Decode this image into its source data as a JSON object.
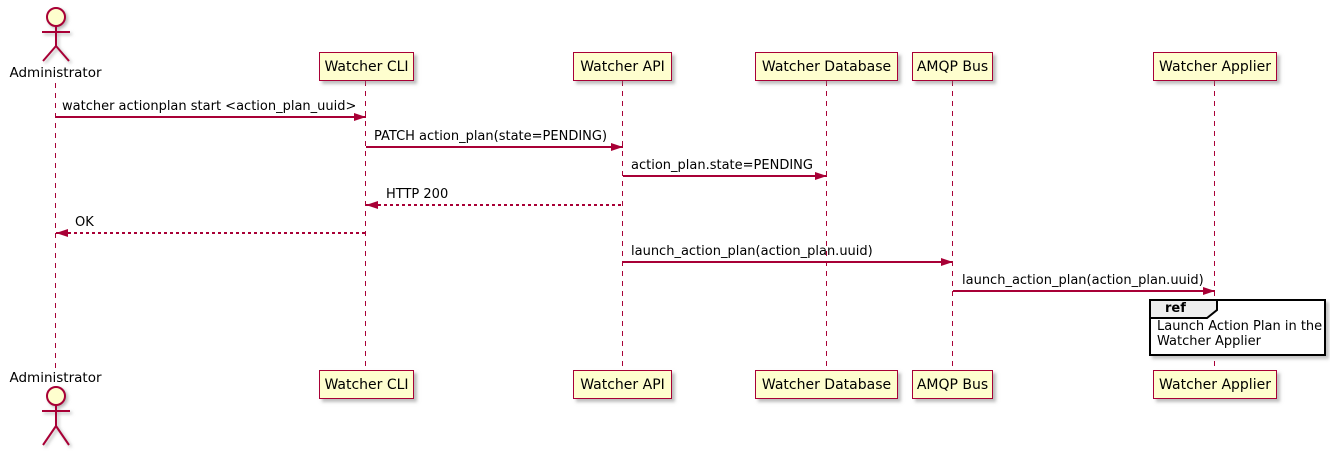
{
  "diagram_type": "sequence",
  "colors": {
    "stroke": "#A80036",
    "participant_fill": "#FEFECE",
    "ref_tag_fill": "#EEEEEE",
    "ref_border": "#000000",
    "text": "#000000",
    "background": "#FFFFFF"
  },
  "participants": [
    {
      "id": "administrator",
      "label": "Administrator",
      "type": "actor"
    },
    {
      "id": "watcher-cli",
      "label": "Watcher CLI",
      "type": "participant"
    },
    {
      "id": "watcher-api",
      "label": "Watcher API",
      "type": "participant"
    },
    {
      "id": "watcher-database",
      "label": "Watcher Database",
      "type": "participant"
    },
    {
      "id": "amqp-bus",
      "label": "AMQP Bus",
      "type": "participant"
    },
    {
      "id": "watcher-applier",
      "label": "Watcher Applier",
      "type": "participant"
    }
  ],
  "messages": [
    {
      "from": "administrator",
      "to": "watcher-cli",
      "label": "watcher actionplan start <action_plan_uuid>",
      "line": "solid",
      "direction": "right"
    },
    {
      "from": "watcher-cli",
      "to": "watcher-api",
      "label": "PATCH action_plan(state=PENDING)",
      "line": "solid",
      "direction": "right"
    },
    {
      "from": "watcher-api",
      "to": "watcher-database",
      "label": "action_plan.state=PENDING",
      "line": "solid",
      "direction": "right"
    },
    {
      "from": "watcher-api",
      "to": "watcher-cli",
      "label": "HTTP 200",
      "line": "dashed",
      "direction": "left"
    },
    {
      "from": "watcher-cli",
      "to": "administrator",
      "label": "OK",
      "line": "dashed",
      "direction": "left"
    },
    {
      "from": "watcher-api",
      "to": "amqp-bus",
      "label": "launch_action_plan(action_plan.uuid)",
      "line": "solid",
      "direction": "right"
    },
    {
      "from": "amqp-bus",
      "to": "watcher-applier",
      "label": "launch_action_plan(action_plan.uuid)",
      "line": "solid",
      "direction": "right"
    }
  ],
  "ref": {
    "tag": "ref",
    "text_lines": [
      "Launch Action Plan in the",
      "Watcher Applier"
    ],
    "over": "watcher-applier"
  }
}
